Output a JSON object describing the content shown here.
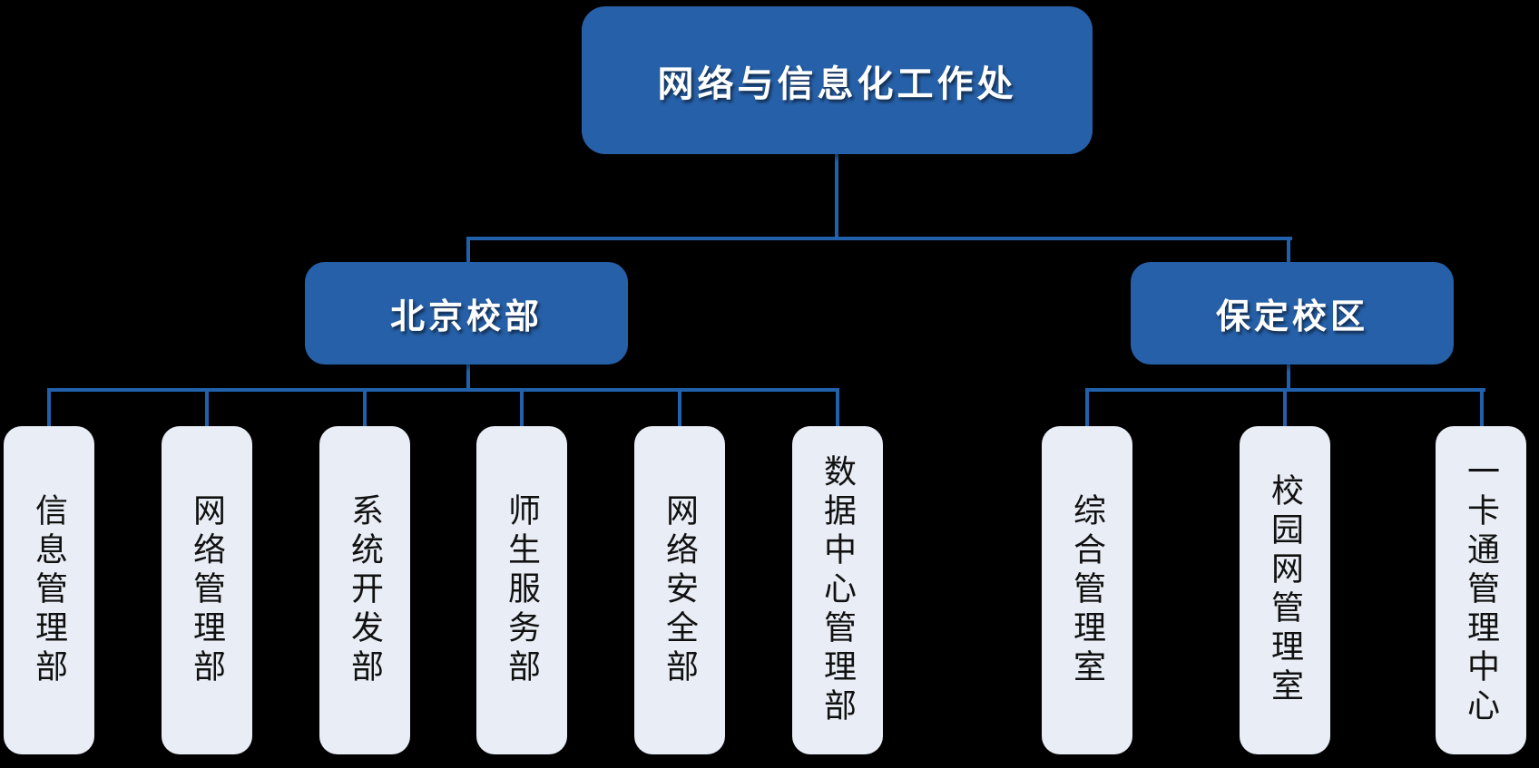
{
  "org": {
    "root": {
      "label": "网络与信息化工作处"
    },
    "branches": [
      {
        "label": "北京校部",
        "children": [
          "信息管理部",
          "网络管理部",
          "系统开发部",
          "师生服务部",
          "网络安全部",
          "数据中心管理部"
        ]
      },
      {
        "label": "保定校区",
        "children": [
          "综合管理室",
          "校园网管理室",
          "一卡通管理中心"
        ]
      }
    ]
  },
  "colors": {
    "node_fill": "#2660a8",
    "leaf_fill": "#e9eef6",
    "connector": "#2161ac",
    "node_text": "#ffffff",
    "leaf_text": "#111111",
    "background": "#000000"
  }
}
